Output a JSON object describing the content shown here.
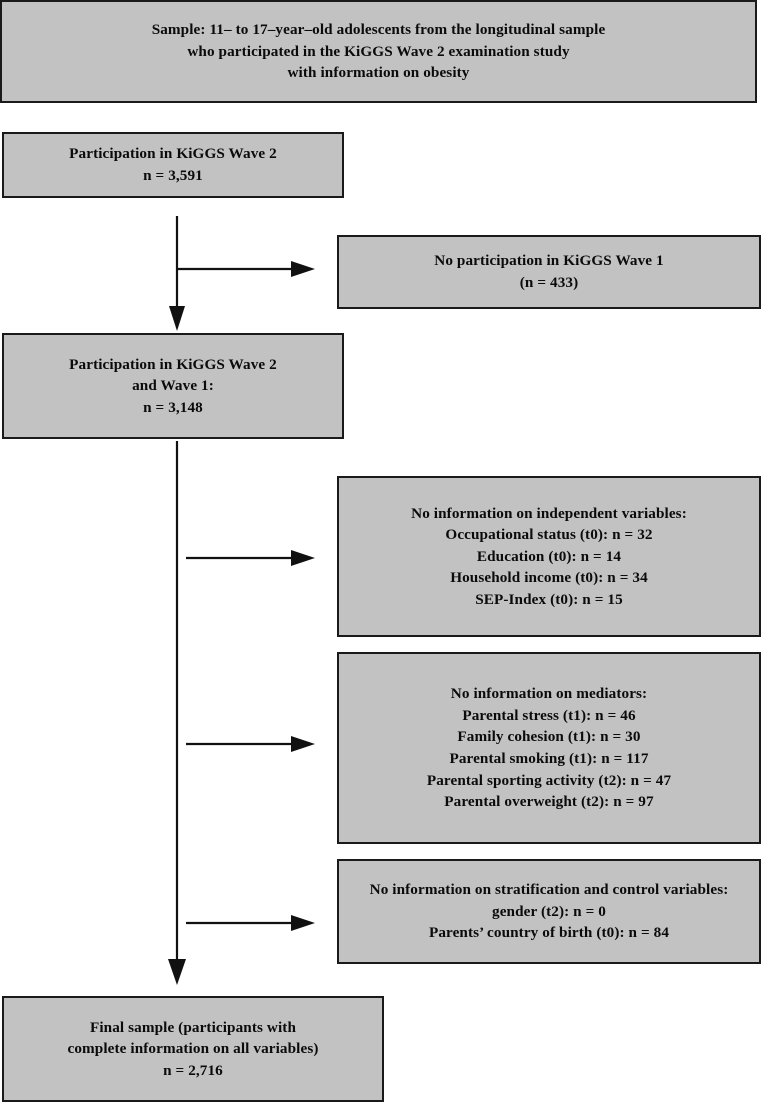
{
  "figure": {
    "type": "flowchart",
    "title": "Sample selection flow diagram",
    "colors": {
      "box_fill": "#c2c2c2",
      "box_border": "#1a1a1a",
      "arrow": "#111111",
      "background": "#ffffff",
      "text": "#0b0b0b"
    }
  },
  "nodes": {
    "sample": {
      "name": "sample-description-box",
      "lines": [
        "Sample: 11– to 17–year–old adolescents from the longitudinal sample",
        "who participated in the KiGGS Wave 2 examination study",
        "with information on obesity"
      ]
    },
    "wave2": {
      "name": "participation-wave2-box",
      "lines": [
        "Participation in KiGGS Wave 2",
        "n = 3,591"
      ]
    },
    "nowave1": {
      "name": "no-participation-wave1-box",
      "lines": [
        "No participation in KiGGS Wave 1",
        "(n = 433)"
      ]
    },
    "wave2and1": {
      "name": "participation-wave2-and-wave1-box",
      "lines": [
        "Participation in KiGGS Wave 2",
        "and Wave 1:",
        "n = 3,148"
      ]
    },
    "noindep": {
      "name": "no-information-independent-variables-box",
      "lines": [
        "No information on independent variables:",
        "Occupational status (t0): n = 32",
        "Education (t0): n = 14",
        "Household income (t0): n = 34",
        "SEP-Index (t0): n = 15"
      ]
    },
    "nomediators": {
      "name": "no-information-mediators-box",
      "lines": [
        "No information on mediators:",
        "Parental stress (t1): n = 46",
        "Family cohesion (t1): n = 30",
        "Parental smoking (t1): n = 117",
        "Parental sporting activity (t2): n = 47",
        "Parental overweight (t2): n = 97"
      ]
    },
    "nostrat": {
      "name": "no-information-stratification-control-box",
      "lines": [
        "No information on stratification and control variables:",
        "gender (t2): n = 0",
        "Parents’ country of birth (t0): n = 84"
      ]
    },
    "final": {
      "name": "final-sample-box",
      "lines": [
        "Final sample (participants with",
        "complete information on all variables)",
        "n = 2,716"
      ]
    }
  },
  "connectors": [
    {
      "name": "arrow-wave2-to-wave2and1",
      "kind": "vertical-arrow"
    },
    {
      "name": "arrow-branch-to-no-participation-wave1",
      "kind": "horizontal-arrow"
    },
    {
      "name": "arrow-wave2and1-to-final",
      "kind": "vertical-arrow"
    },
    {
      "name": "arrow-branch-to-no-independent-variables",
      "kind": "horizontal-arrow"
    },
    {
      "name": "arrow-branch-to-no-mediators",
      "kind": "horizontal-arrow"
    },
    {
      "name": "arrow-branch-to-no-stratification",
      "kind": "horizontal-arrow"
    }
  ]
}
